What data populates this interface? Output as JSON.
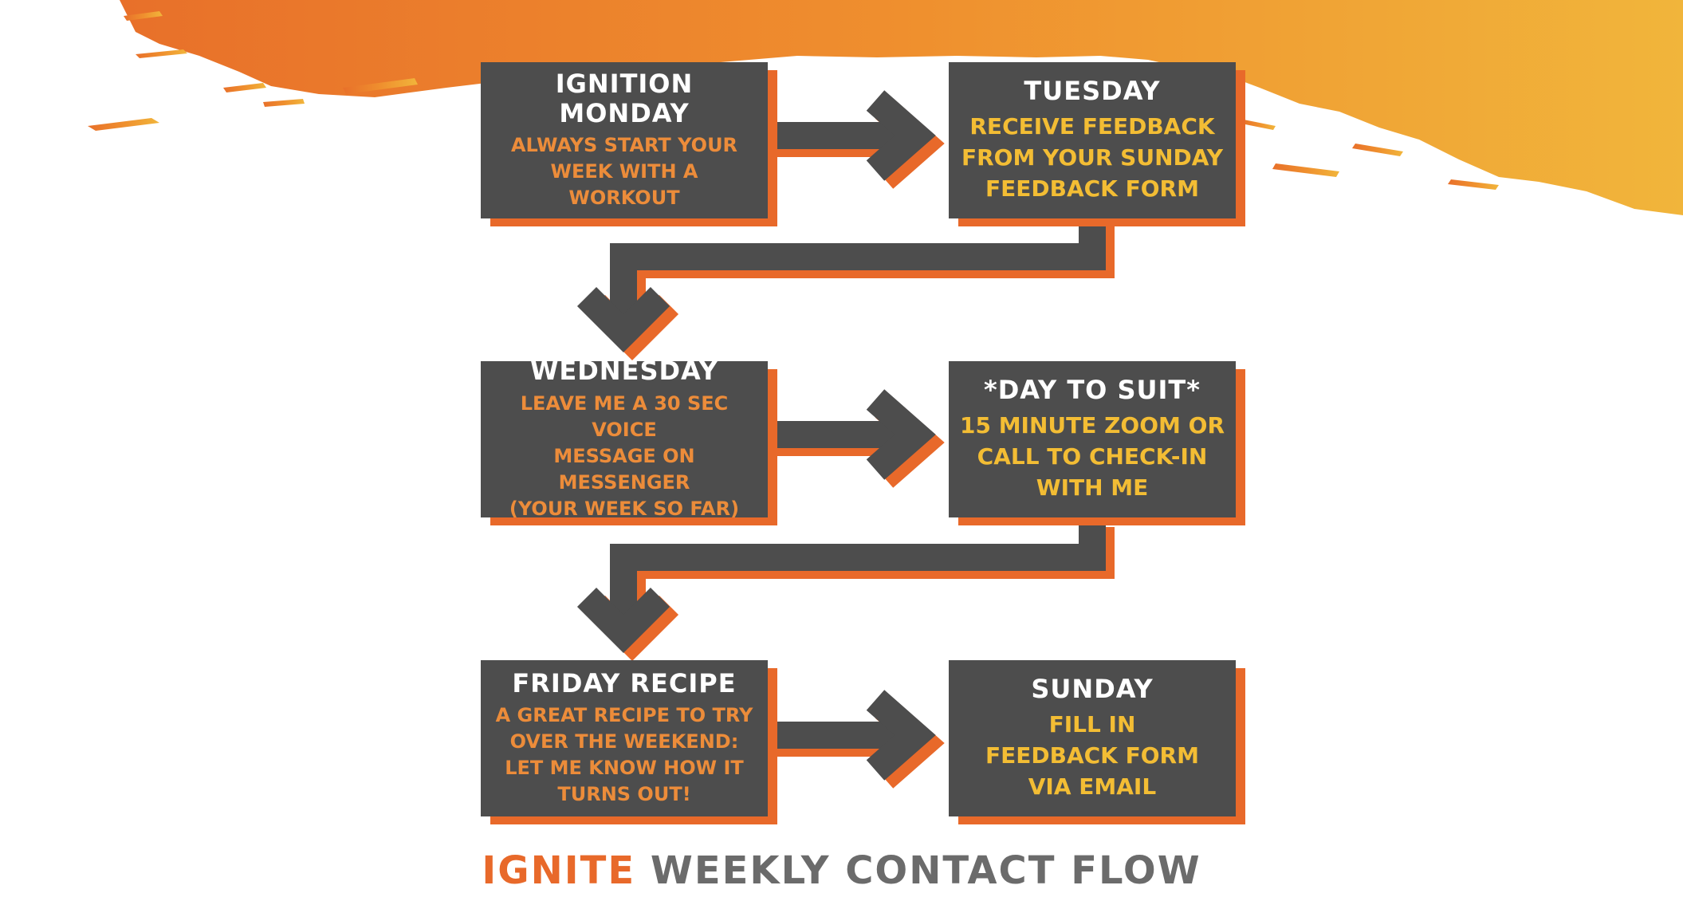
{
  "colors": {
    "box_fill": "#4d4d4d",
    "accent_orange": "#e8692a",
    "left_desc": "#ec8c3a",
    "right_desc": "#f3bd34",
    "footer_gray": "#6b6b6b"
  },
  "steps": [
    {
      "title": "IGNITION MONDAY",
      "lines": [
        "ALWAYS START YOUR",
        "WEEK WITH A",
        "WORKOUT"
      ]
    },
    {
      "title": "TUESDAY",
      "lines": [
        "RECEIVE FEEDBACK",
        "FROM YOUR SUNDAY",
        "FEEDBACK FORM"
      ]
    },
    {
      "title": "WEDNESDAY",
      "lines": [
        "LEAVE ME A 30 SEC VOICE",
        "MESSAGE ON MESSENGER",
        "(YOUR WEEK SO FAR)"
      ]
    },
    {
      "title": "*DAY TO SUIT*",
      "lines": [
        "15 MINUTE ZOOM OR",
        "CALL TO CHECK-IN",
        "WITH ME"
      ]
    },
    {
      "title": "FRIDAY RECIPE",
      "lines": [
        "A GREAT RECIPE TO TRY",
        "OVER THE WEEKEND:",
        "LET ME KNOW HOW IT",
        "TURNS OUT!"
      ]
    },
    {
      "title": "SUNDAY",
      "lines": [
        "FILL IN",
        "FEEDBACK FORM",
        "VIA EMAIL"
      ]
    }
  ],
  "footer": {
    "brand": "IGNITE",
    "rest": "WEEKLY CONTACT FLOW"
  }
}
